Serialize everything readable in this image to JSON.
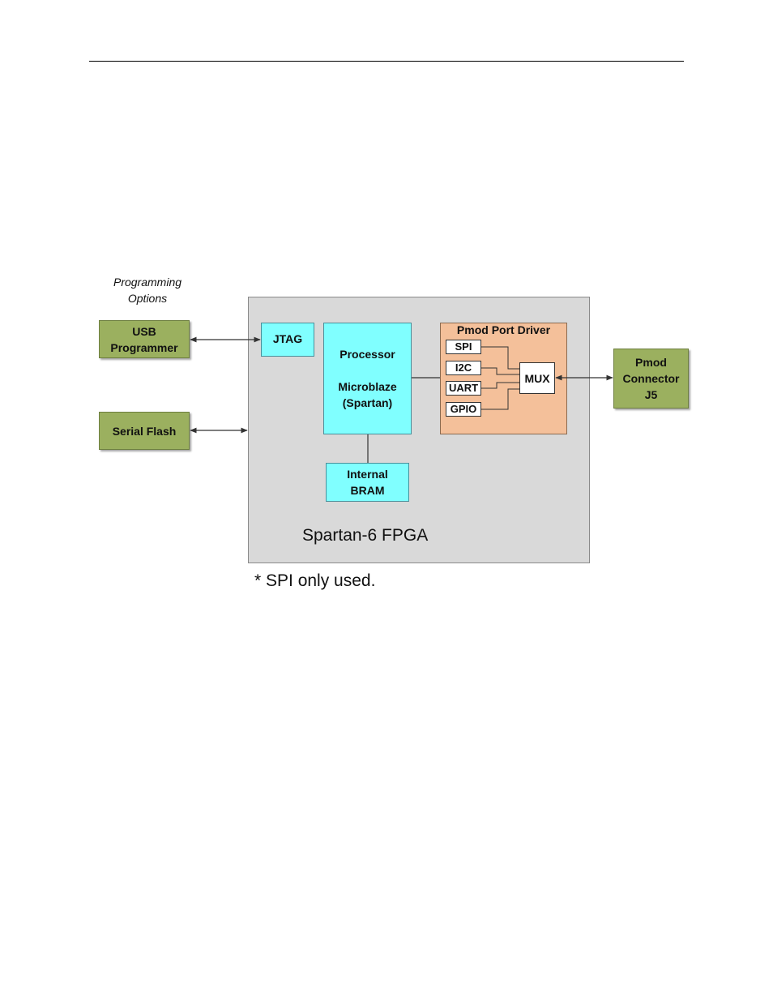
{
  "diagram": {
    "programming_options": "Programming\nOptions",
    "usb_programmer": "USB\nProgrammer",
    "serial_flash": "Serial Flash",
    "jtag": "JTAG",
    "processor": "Processor\n\nMicroblaze\n(Spartan)",
    "internal_bram": "Internal\nBRAM",
    "pmod_port_driver": "Pmod Port Driver",
    "spi": "SPI",
    "i2c": "I2C",
    "uart": "UART",
    "gpio": "GPIO",
    "mux": "MUX",
    "pmod_connector": "Pmod\nConnector\nJ5",
    "fpga_label": "Spartan-6 FPGA",
    "footnote": "* SPI only used."
  },
  "colors": {
    "green_block": "#9bb05f",
    "cyan_block": "#80ffff",
    "driver_block": "#f4c09a",
    "fpga_block": "#d9d9d9"
  }
}
